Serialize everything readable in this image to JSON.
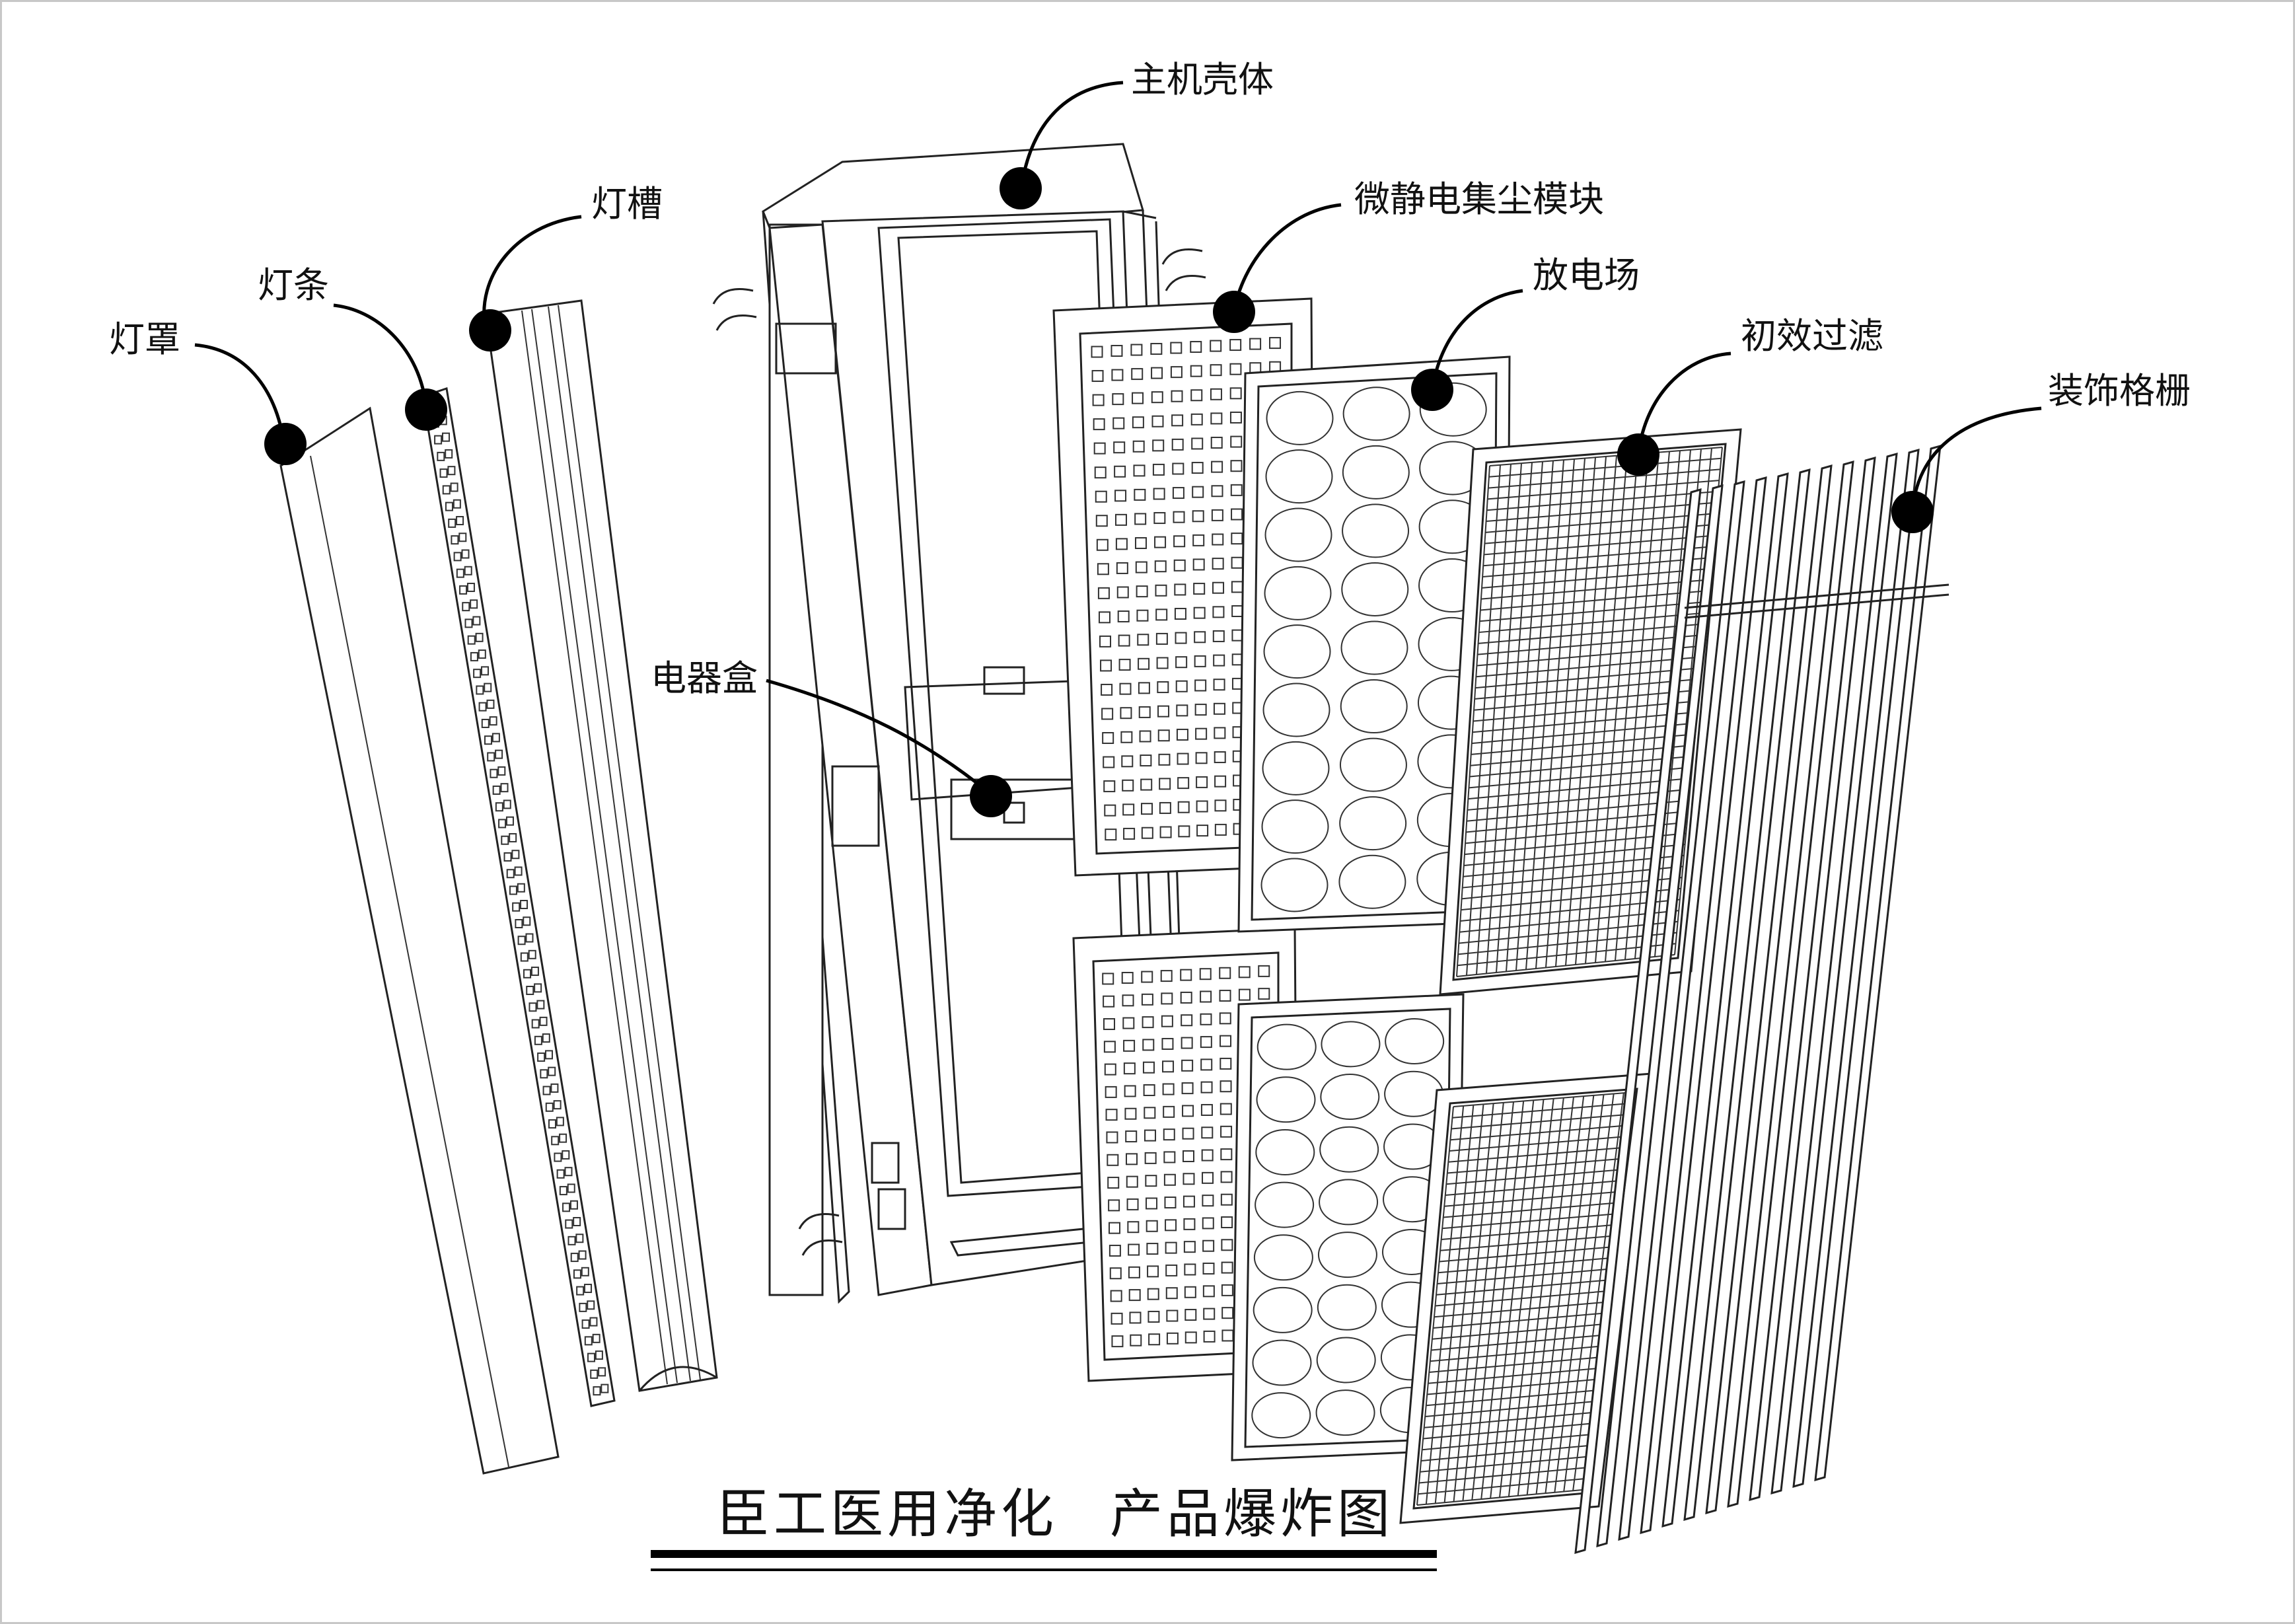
{
  "labels": {
    "housing": "主机壳体",
    "lamp_slot": "灯槽",
    "lamp_strip": "灯条",
    "lamp_cover": "灯罩",
    "esp_module": "微静电集尘模块",
    "discharge_field": "放电场",
    "primary_filter": "初效过滤",
    "grille": "装饰格栅",
    "electrical_box": "电器盒"
  },
  "title": {
    "brand": "臣工医用净化",
    "subtitle": "产品爆炸图"
  }
}
